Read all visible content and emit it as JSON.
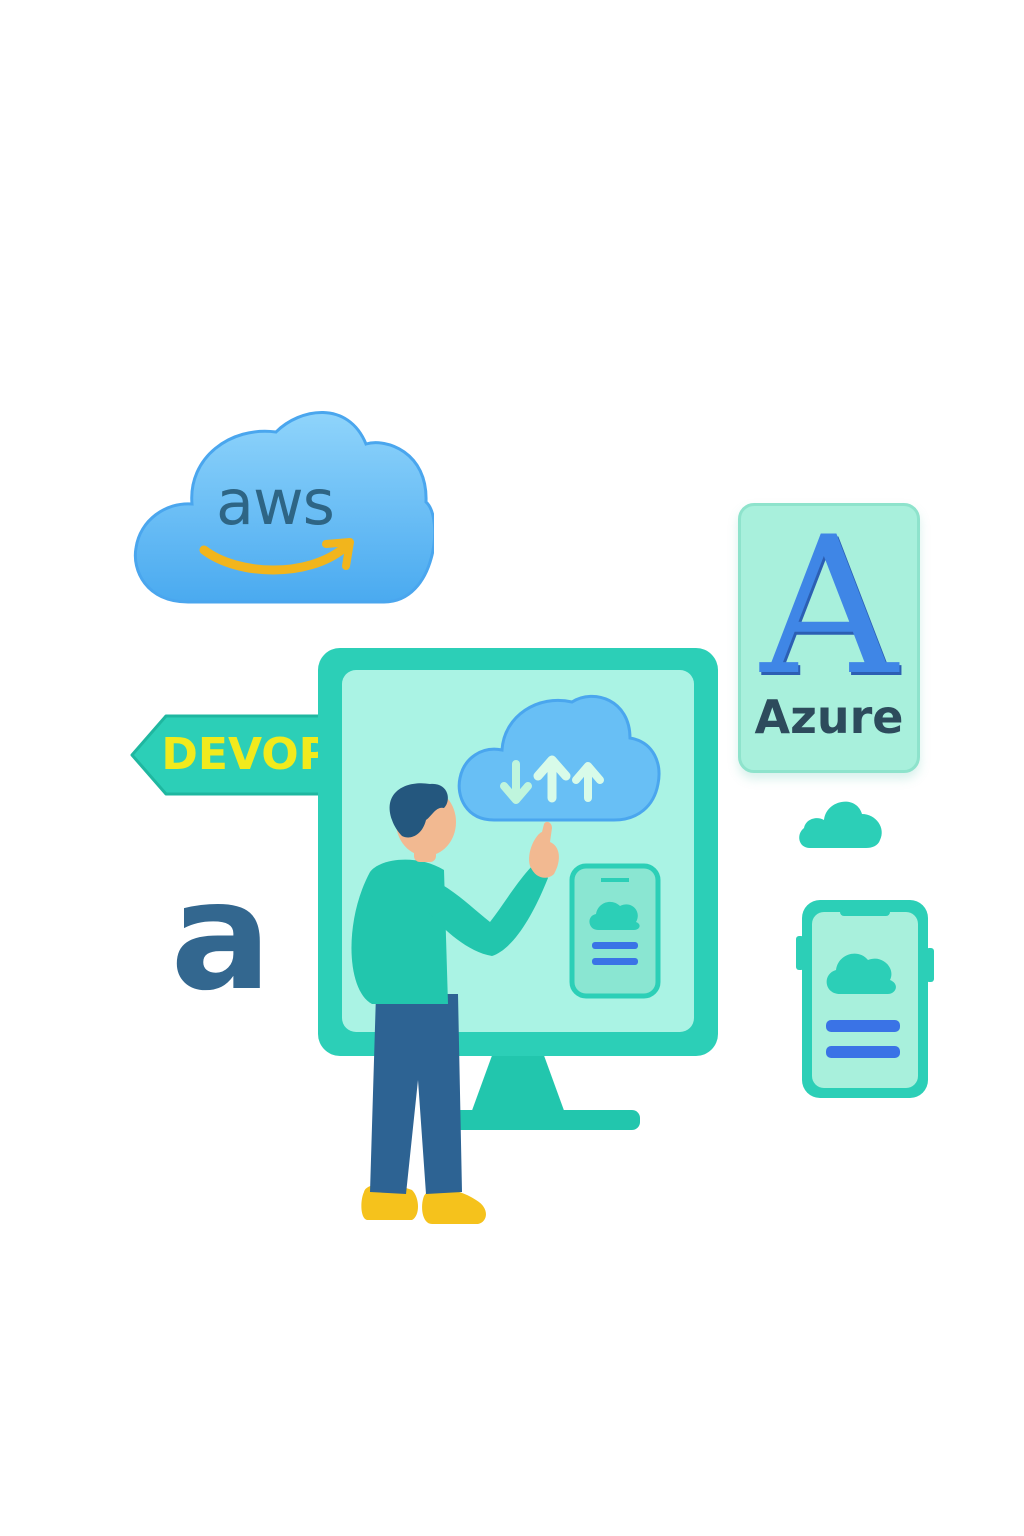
{
  "aws": {
    "label": "aws",
    "smile_color": "#f2b51c",
    "cloud_color": "#68bff5"
  },
  "devops": {
    "label": "DEVOPS",
    "text_color": "#f2ea1c",
    "badge_color": "#2ccfb7"
  },
  "amazon_glyph": {
    "label": "a",
    "color": "#33678f"
  },
  "azure": {
    "letter": "A",
    "label": "Azure",
    "card_color": "#a8f0dc",
    "letter_color": "#3f86e6"
  },
  "monitor": {
    "frame_color": "#2ccfb7",
    "screen_color": "#aaf3e4"
  },
  "icons": [
    "cloud-upload-download-icon",
    "phone-cloud-icon",
    "small-cloud-icon",
    "menu-lines-icon"
  ]
}
